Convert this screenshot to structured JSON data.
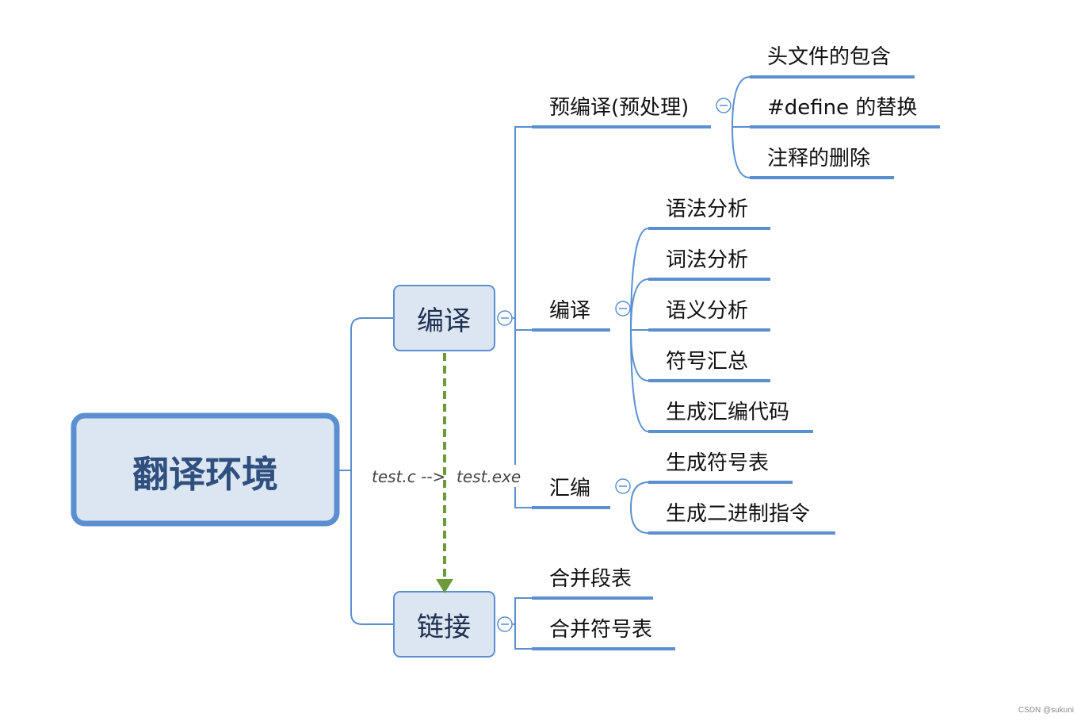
{
  "root": {
    "label": "翻译环境"
  },
  "compile": {
    "label": "编译"
  },
  "link": {
    "label": "链接"
  },
  "preprocess": {
    "label": "预编译(预处理)",
    "children": [
      "头文件的包含",
      "#define  的替换",
      "注释的删除"
    ]
  },
  "compile_step": {
    "label": "编译",
    "children": [
      "语法分析",
      "词法分析",
      "语义分析",
      "符号汇总",
      "生成汇编代码"
    ]
  },
  "assemble": {
    "label": "汇编",
    "children": [
      "生成符号表",
      "生成二进制指令"
    ]
  },
  "link_children": [
    "合并段表",
    "合并符号表"
  ],
  "arrow_note": {
    "from": "test.c -->",
    "to": "test.exe"
  },
  "watermark": "CSDN @sukuni",
  "colors": {
    "line": "#5b8fd0",
    "box_fill": "#dce6f2",
    "box_border": "#5b8fd0",
    "root_text": "#2f4f7f",
    "arrow": "#6f9a3a"
  }
}
